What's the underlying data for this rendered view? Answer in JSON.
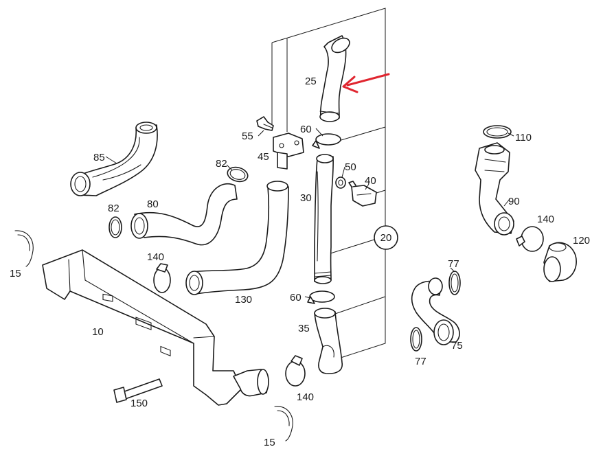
{
  "diagram": {
    "callouts": [
      {
        "id": "c25",
        "label": "25"
      },
      {
        "id": "c60a",
        "label": "60"
      },
      {
        "id": "c55",
        "label": "55"
      },
      {
        "id": "c45",
        "label": "45"
      },
      {
        "id": "c85",
        "label": "85"
      },
      {
        "id": "c82a",
        "label": "82"
      },
      {
        "id": "c82b",
        "label": "82"
      },
      {
        "id": "c80",
        "label": "80"
      },
      {
        "id": "c50",
        "label": "50"
      },
      {
        "id": "c40",
        "label": "40"
      },
      {
        "id": "c30",
        "label": "30"
      },
      {
        "id": "c20",
        "label": "20"
      },
      {
        "id": "c110",
        "label": "110"
      },
      {
        "id": "c90",
        "label": "90"
      },
      {
        "id": "c140a",
        "label": "140"
      },
      {
        "id": "c120",
        "label": "120"
      },
      {
        "id": "c140b",
        "label": "140"
      },
      {
        "id": "c15a",
        "label": "15"
      },
      {
        "id": "c130",
        "label": "130"
      },
      {
        "id": "c60b",
        "label": "60"
      },
      {
        "id": "c77a",
        "label": "77"
      },
      {
        "id": "c10",
        "label": "10"
      },
      {
        "id": "c35",
        "label": "35"
      },
      {
        "id": "c75",
        "label": "75"
      },
      {
        "id": "c77b",
        "label": "77"
      },
      {
        "id": "c140c",
        "label": "140"
      },
      {
        "id": "c150",
        "label": "150"
      },
      {
        "id": "c15b",
        "label": "15"
      }
    ],
    "highlight_color": "#e0252f"
  }
}
